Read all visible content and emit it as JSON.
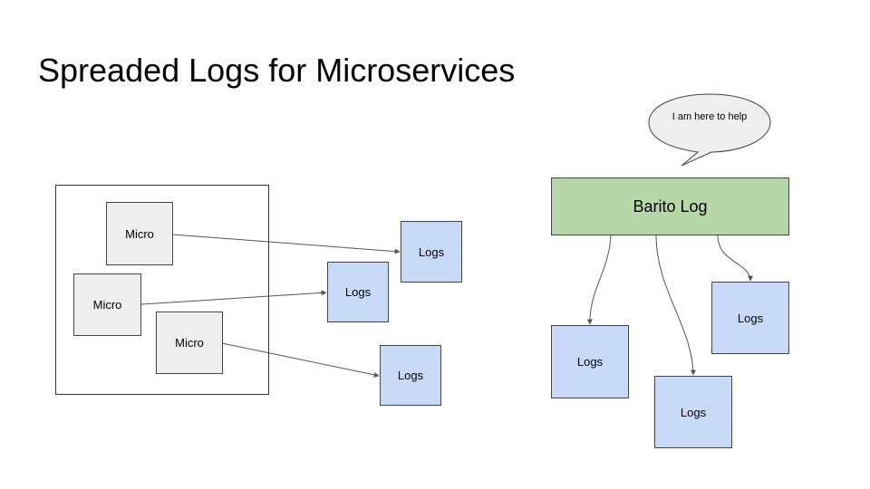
{
  "slide": {
    "title": "Spreaded Logs for Microservices"
  },
  "left_diagram": {
    "micro_nodes": [
      "Micro",
      "Micro",
      "Micro"
    ],
    "logs_nodes": [
      "Logs",
      "Logs",
      "Logs"
    ]
  },
  "right_diagram": {
    "barito_label": "Barito Log",
    "speech_bubble": "I am here to help",
    "logs_nodes": [
      "Logs",
      "Logs",
      "Logs"
    ]
  },
  "colors": {
    "micro_fill": "#efefef",
    "logs_fill": "#c9daf8",
    "barito_fill": "#b6d7a8",
    "bubble_fill": "#efefef",
    "stroke": "#444444"
  }
}
